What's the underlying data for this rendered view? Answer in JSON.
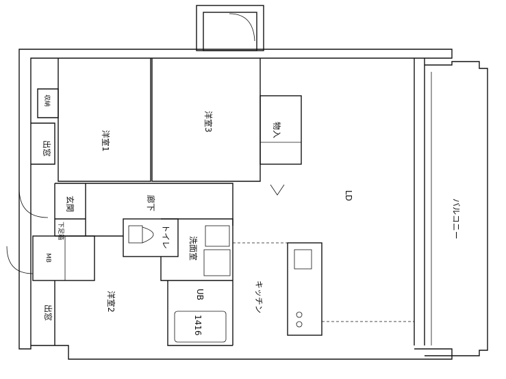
{
  "rooms": {
    "western1": "洋室1",
    "western3": "洋室3",
    "closet": "物入",
    "ld": "LD",
    "balcony": "バルコニー",
    "hallway": "廊下",
    "entrance": "玄関",
    "shoe_box": "下足箱",
    "storage": "収納",
    "bay_window_top": "出窓",
    "toilet": "トイレ",
    "washroom": "洗面室",
    "mb": "MB",
    "western2": "洋室2",
    "bay_window_bottom": "出窓",
    "ub": "UB",
    "ub_size": "1416",
    "kitchen": "キッチン"
  }
}
